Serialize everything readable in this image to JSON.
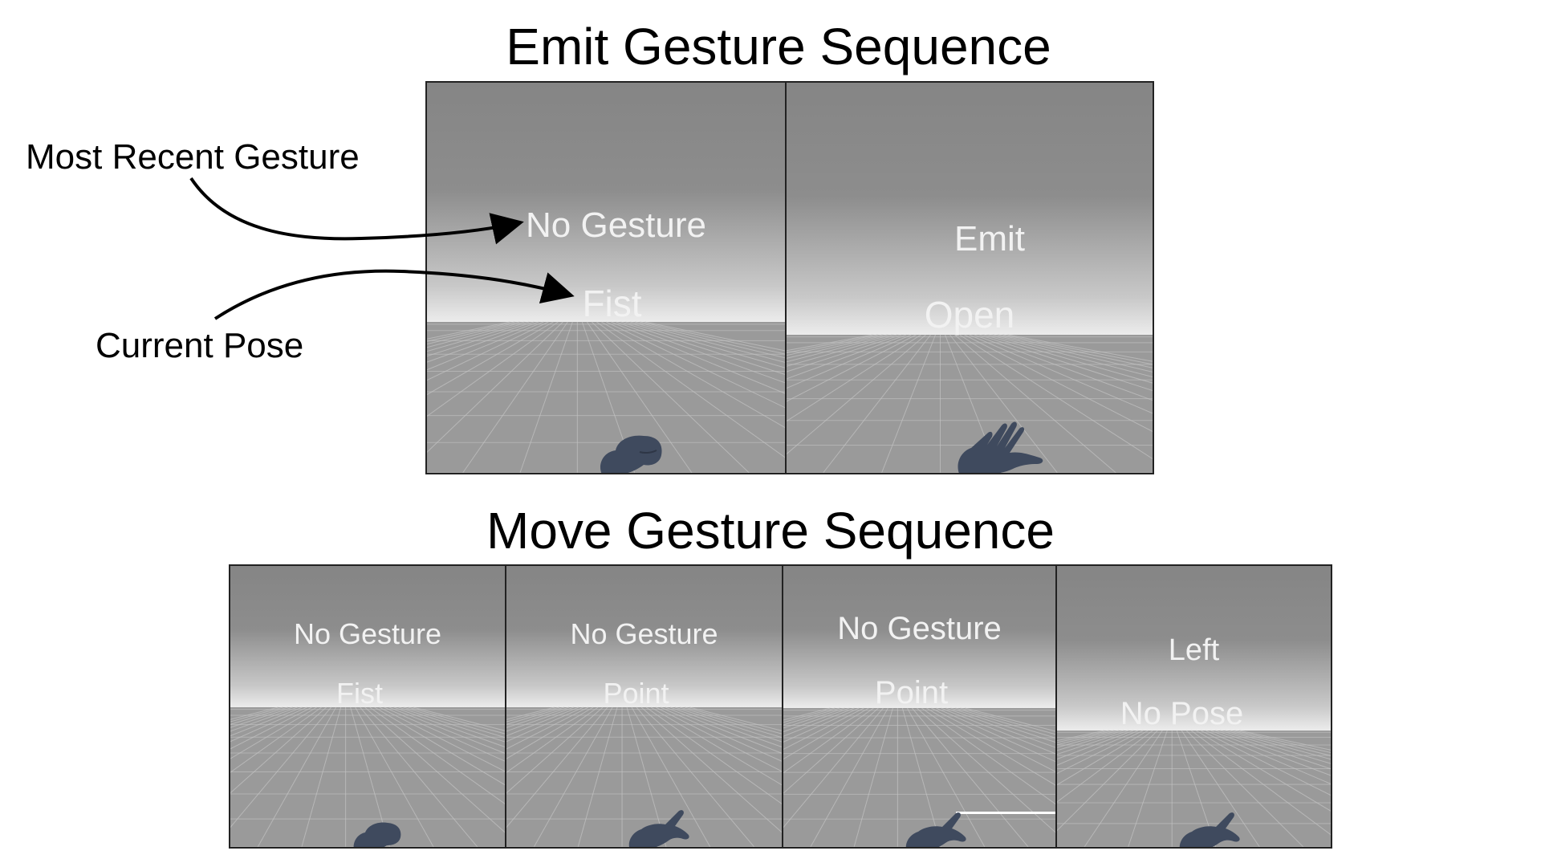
{
  "emit_section": {
    "title": "Emit Gesture Sequence",
    "panels": [
      {
        "gesture": "No Gesture",
        "pose": "Fist",
        "hand_icon": "fist-hand-icon"
      },
      {
        "gesture": "Emit",
        "pose": "Open",
        "hand_icon": "open-hand-icon"
      }
    ]
  },
  "move_section": {
    "title": "Move Gesture Sequence",
    "panels": [
      {
        "gesture": "No Gesture",
        "pose": "Fist",
        "hand_icon": "fist-hand-icon"
      },
      {
        "gesture": "No Gesture",
        "pose": "Point",
        "hand_icon": "point-hand-icon"
      },
      {
        "gesture": "No Gesture",
        "pose": "Point",
        "hand_icon": "point-hand-icon"
      },
      {
        "gesture": "Left",
        "pose": "No Pose",
        "hand_icon": "point-hand-icon"
      }
    ]
  },
  "annotations": {
    "most_recent_gesture": "Most Recent Gesture",
    "current_pose": "Current Pose"
  },
  "colors": {
    "sky_top": "#858585",
    "sky_bottom": "#ececec",
    "ground": "#9a9a9a",
    "grid_line": "#c4c4c4",
    "label_text": "#f2f2f2",
    "hand": "#3f4a5e",
    "border": "#222222"
  }
}
